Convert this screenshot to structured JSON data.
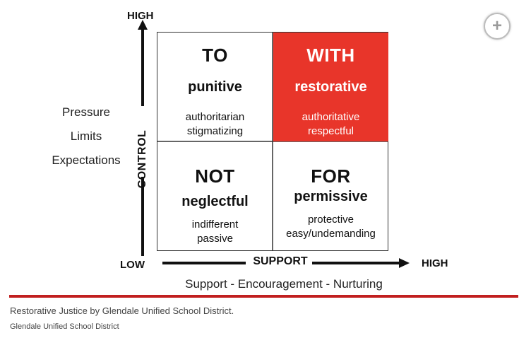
{
  "figure": {
    "control_high": "HIGH",
    "control_label": "CONTROL",
    "low": "LOW",
    "support_label": "SUPPORT",
    "support_high": "HIGH",
    "control_factors": [
      "Pressure",
      "Limits",
      "Expectations"
    ],
    "support_factors": "Support - Encouragement - Nurturing",
    "quadrants": [
      {
        "heading": "TO",
        "mode": "punitive",
        "descriptors": [
          "authoritarian",
          "stigmatizing"
        ],
        "highlight": false
      },
      {
        "heading": "WITH",
        "mode": "restorative",
        "descriptors": [
          "authoritative",
          "respectful"
        ],
        "highlight": true
      },
      {
        "heading": "NOT",
        "mode": "neglectful",
        "descriptors": [
          "indifferent",
          "passive"
        ],
        "highlight": false
      },
      {
        "heading": "FOR",
        "mode": "permissive",
        "descriptors": [
          "protective",
          "easy/undemanding"
        ],
        "highlight": false
      }
    ],
    "highlight_color": "#e8352a"
  },
  "zoom": {
    "icon": "plus-circle-icon",
    "glyph": "+"
  },
  "caption": {
    "text": "Restorative Justice by Glendale Unified School District.",
    "credit": "Glendale Unified School District",
    "rule_color": "#c11f1f"
  }
}
